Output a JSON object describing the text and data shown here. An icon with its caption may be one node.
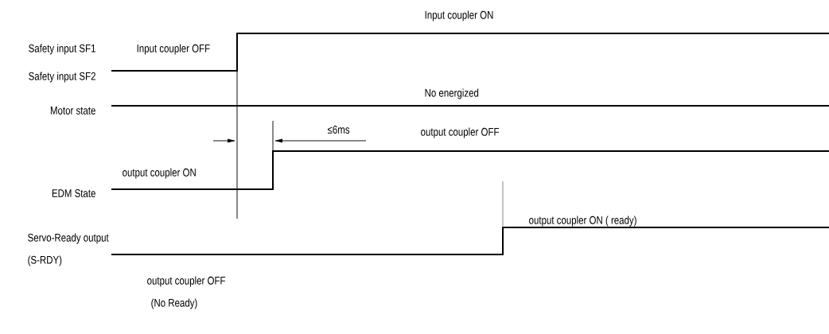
{
  "diagram": {
    "labels": [
      "Input coupler ON",
      "Safety input SF1",
      "Input coupler OFF",
      "Safety input SF2",
      "Motor state",
      "No energized",
      "≤6ms",
      "output coupler OFF",
      "output coupler ON",
      "EDM State",
      "output coupler ON ( ready)",
      "Servo-Ready output",
      "(S-RDY)",
      "output coupler OFF",
      "(No Ready)"
    ]
  }
}
